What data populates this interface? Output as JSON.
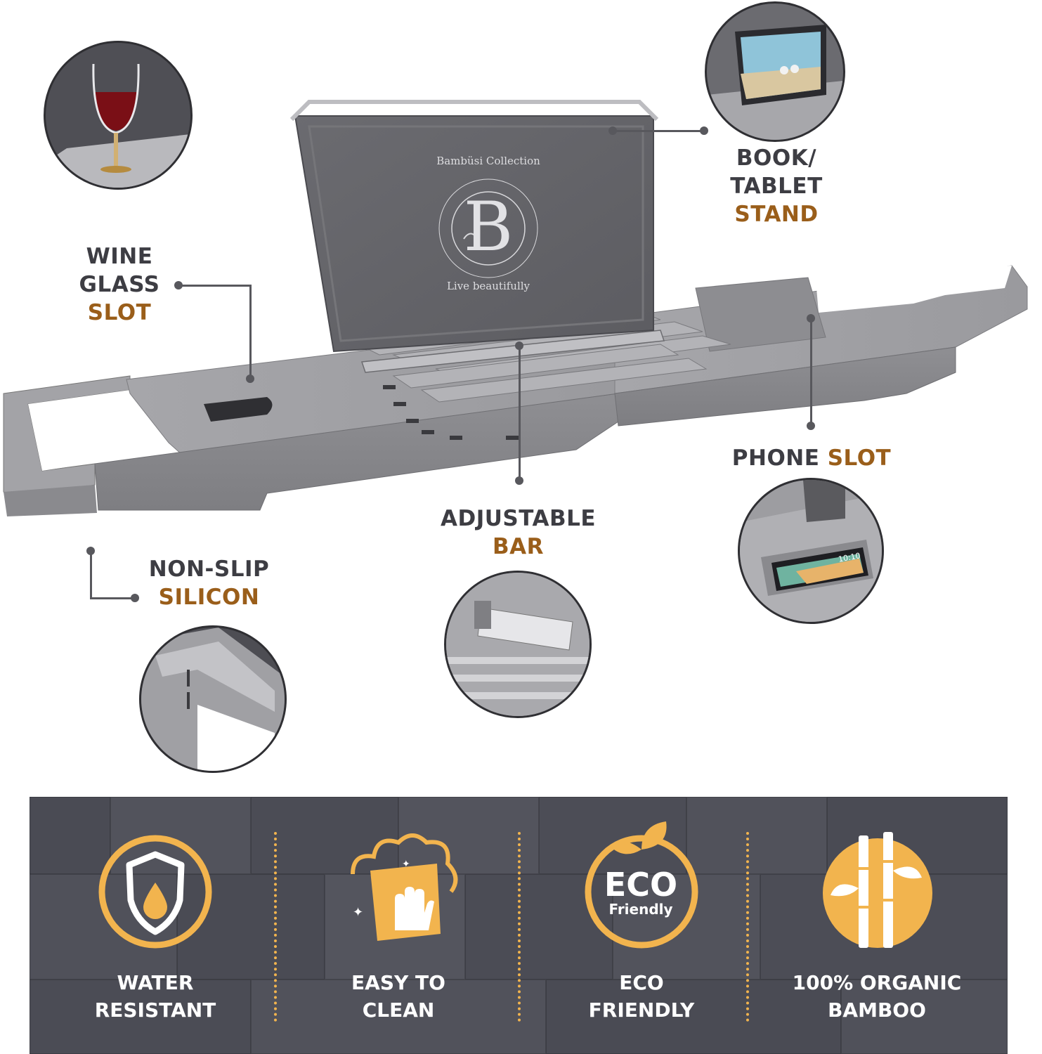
{
  "callouts": {
    "book_stand": {
      "line1": "BOOK/",
      "line2": "TABLET",
      "line3": "STAND"
    },
    "wine_slot": {
      "line1": "WINE",
      "line2": "GLASS",
      "line3": "SLOT"
    },
    "phone_slot": {
      "part1": "PHONE",
      "part2": "SLOT"
    },
    "adjustable_bar": {
      "line1": "ADJUSTABLE",
      "line2": "BAR"
    },
    "non_slip": {
      "line1": "NON-SLIP",
      "line2": "SILICON"
    }
  },
  "stand_logo": {
    "arc_top": "Bambüsi Collection",
    "monogram": "B",
    "arc_bottom": "Live beautifully"
  },
  "phone_screen_time": "10:10",
  "features": [
    {
      "line1": "WATER",
      "line2": "RESISTANT",
      "icon": "water-shield-icon"
    },
    {
      "line1": "EASY TO",
      "line2": "CLEAN",
      "icon": "cleaning-cloth-icon"
    },
    {
      "line1": "ECO",
      "line2": "FRIENDLY",
      "icon": "eco-friendly-icon",
      "badge_big": "ECO",
      "badge_small": "Friendly"
    },
    {
      "line1": "100% ORGANIC",
      "line2": "BAMBOO",
      "icon": "bamboo-icon"
    }
  ],
  "colors": {
    "accent_gold": "#f2b44e",
    "label_brown": "#9a5e1a",
    "label_dark": "#3d3d43",
    "panel_slate": "#4d4e57",
    "tray_grey": "#9a9a9e"
  }
}
